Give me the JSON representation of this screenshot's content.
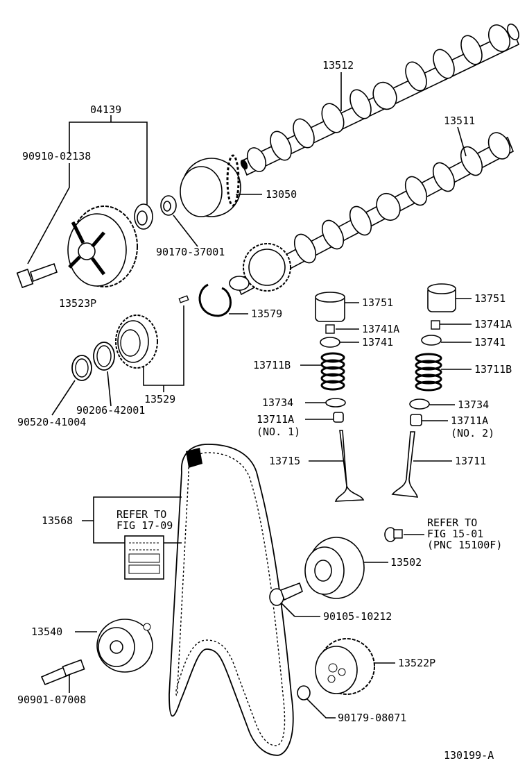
{
  "diagram_id": "130199-A",
  "parts": {
    "camshaft_upper": "13512",
    "camshaft_lower": "13511",
    "gear_assy_group": "04139",
    "seal_upper": "90910-02138",
    "vvt_gear": "13050",
    "washer_seal": "90170-37001",
    "cam_pulley": "13523P",
    "snap_ring": "13579",
    "cam_sub_gear": "13529",
    "ring_a": "90520-41004",
    "ring_b": "90206-42001",
    "lifter_1": "13751",
    "lifter_2": "13751",
    "keeper_1": "13741A",
    "keeper_2": "13741A",
    "retainer_1": "13741",
    "retainer_2": "13741",
    "spring_1": "13711B",
    "spring_2": "13711B",
    "spring_seat_1": "13734",
    "spring_seat_2": "13734",
    "valve_seal_1": "13711A",
    "valve_seal_1_note": "(NO. 1)",
    "valve_seal_2": "13711A",
    "valve_seal_2_note": "(NO. 2)",
    "valve_intake": "13715",
    "valve_exhaust": "13711",
    "timing_belt": "13568",
    "idler_pulley": "13502",
    "idler_bolt": "90105-10212",
    "tensioner": "13540",
    "tensioner_stud": "90901-07008",
    "crank_pulley": "13522P",
    "crank_bolt": "90179-08071"
  },
  "refs": {
    "ref_a_line1": "REFER TO",
    "ref_a_line2": "FIG 17-09",
    "ref_b_line1": "REFER TO",
    "ref_b_line2": "FIG 15-01",
    "ref_b_line3": "(PNC 15100F)"
  }
}
